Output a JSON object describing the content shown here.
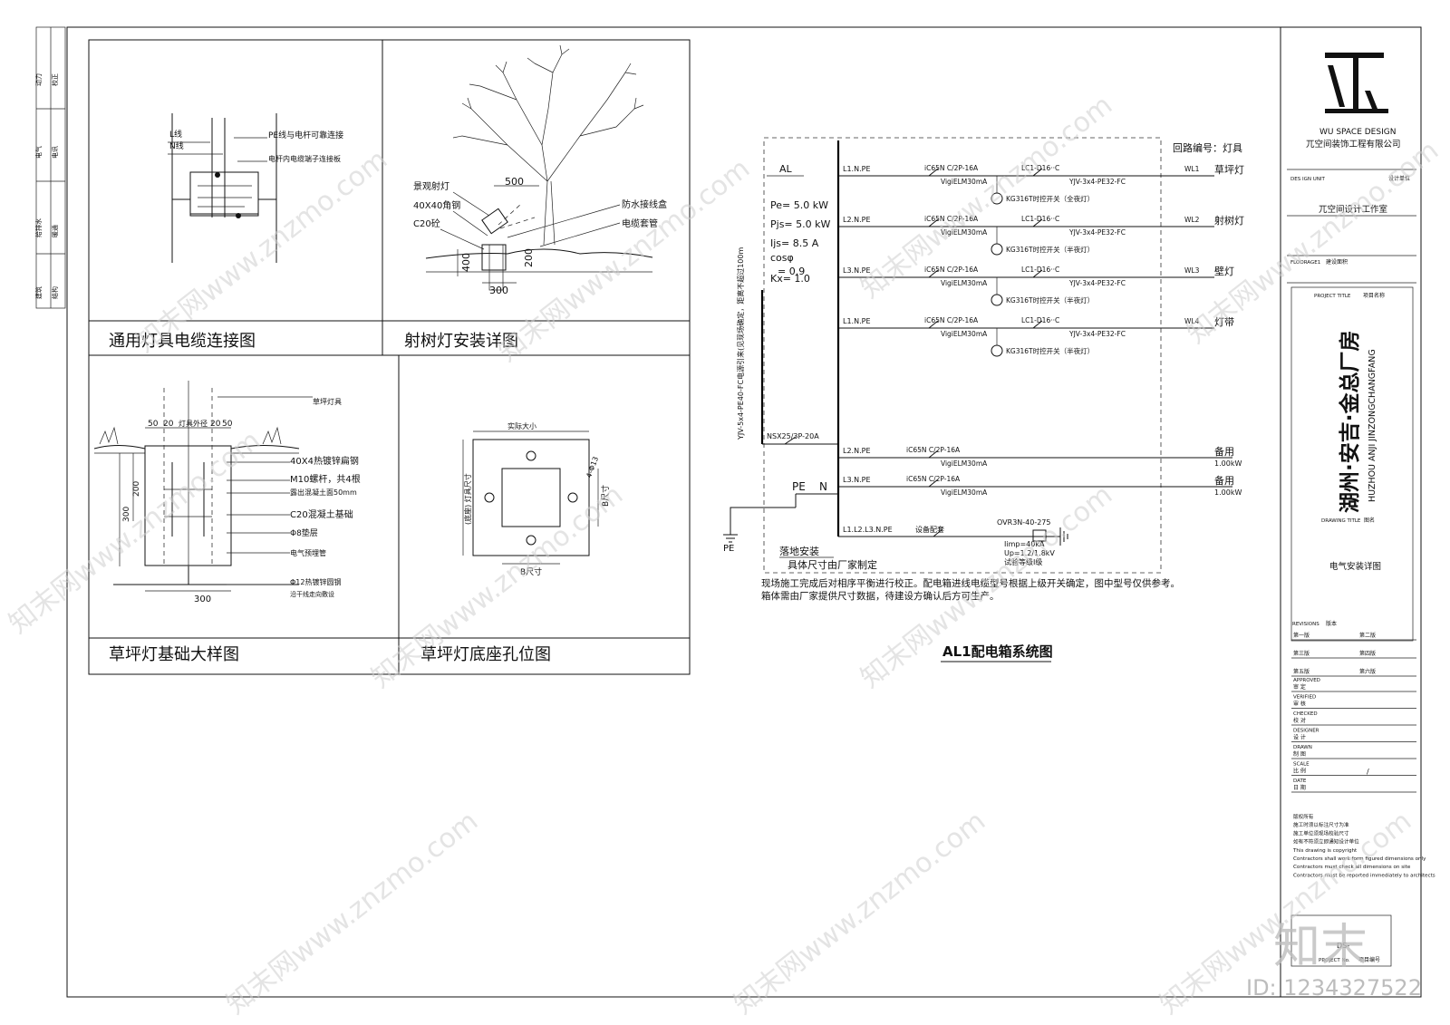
{
  "logo": {
    "company_en": "WU SPACE DESIGN",
    "company_cn": "兀空间装饰工程有限公司"
  },
  "title_block": {
    "design_unit_label_en": "DES IGN UNIT",
    "design_unit_label_cn": "设计单位",
    "design_unit_value": "兀空间设计工作室",
    "floorage_en": "FLOORAGE1",
    "floorage_cn": "建设面积",
    "project_title_en": "PROJECT TITLE",
    "project_title_cn": "项目名称",
    "project_name_cn": "湖州·安吉·金总厂房",
    "project_name_en": "HUZHOU ANJI JINZONGCHANGFANG",
    "drawing_title_en": "DRAWING TITLE",
    "drawing_title_cn": "图名",
    "drawing_title_value": "电气安装详图",
    "revisions_en": "REVISIONS",
    "revisions_cn": "版本",
    "revisions": [
      "第一版",
      "第二版",
      "第三版",
      "第四版",
      "第五版",
      "第六版"
    ],
    "approvals": [
      {
        "en": "APPROVED",
        "cn": "审 定"
      },
      {
        "en": "VERIFIED",
        "cn": "审 核"
      },
      {
        "en": "CHECKED",
        "cn": "校 对"
      },
      {
        "en": "DESIGNER",
        "cn": "设 计"
      },
      {
        "en": "DRAWN",
        "cn": "制 图"
      },
      {
        "en": "SCALE",
        "cn": "比 例"
      },
      {
        "en": "DATE",
        "cn": "日 期"
      }
    ],
    "scale_value": "/",
    "notes": [
      "版权所有",
      "施工时须以标注尺寸为准",
      "施工单位须现场校验尺寸",
      "如有不符须立即通知设计单位",
      "This drawing is copyright",
      "Contractors shall work form figured dimensions only",
      "Contractors must check all dimensions on site",
      "Contractors must be reported immediately to architects"
    ],
    "drawing_no": "DS-",
    "project_no_en": "PROJECT No.",
    "project_no_cn": "项目编号"
  },
  "left_strip": [
    "动力",
    "校正",
    "电气",
    "电讯",
    "给排水",
    "暖通",
    "建筑",
    "结构"
  ],
  "panels": {
    "p1": {
      "title": "通用灯具电缆连接图",
      "labels": [
        "L线",
        "N线",
        "PE线与电杆可靠连接",
        "电杆内电缆端子连接板"
      ]
    },
    "p2": {
      "title": "射树灯安装详图",
      "labels": [
        "景观射灯",
        "40X40角钢",
        "C20砼",
        "防水接线盒",
        "电缆套管"
      ],
      "dims": [
        "500",
        "400",
        "200",
        "300"
      ]
    },
    "p3": {
      "title": "草坪灯基础大样图",
      "labels": [
        "草坪灯具",
        "40X4热镀锌扁钢",
        "M10螺杆，共4根",
        "露出混凝土面50mm",
        "C20混凝土基础",
        "Φ8垫层",
        "电气预埋管",
        "Φ12热镀锌圆钢",
        "沿干线走向敷设"
      ],
      "dims": [
        "50",
        "20",
        "灯具外径",
        "20",
        "50",
        "300",
        "200",
        "300"
      ]
    },
    "p4": {
      "title": "草坪灯底座孔位图",
      "labels": [
        "实际大小",
        "(底座) 灯具尺寸",
        "B尺寸",
        "B尺寸",
        "4-Φ13"
      ]
    }
  },
  "al1": {
    "title": "AL1配电箱系统图",
    "box_name": "AL",
    "params": [
      "Pe= 5.0 kW",
      "Pjs= 5.0 kW",
      "Ijs= 8.5 A",
      "cosφ",
      "= 0.9",
      "Kx= 1.0"
    ],
    "circuit_header": "回路编号：灯具",
    "incoming_cable": "YJV-5x4-PE40-FC电源引来(见现场确定，距离不超过100m",
    "main_switch": "NSX25/3P-20A",
    "circuits": [
      {
        "phase": "L1.N.PE",
        "breaker": "iC65N C/2P-16A",
        "rcd": "VigiELM30mA",
        "contactor": "LC1-D16··C",
        "cable": "YJV-3x4-PE32-FC",
        "timer": "KG316T时控开关（全夜灯）",
        "wl": "WL1",
        "load": "草坪灯"
      },
      {
        "phase": "L2.N.PE",
        "breaker": "iC65N C/2P-16A",
        "rcd": "VigiELM30mA",
        "contactor": "LC1-D16··C",
        "cable": "YJV-3x4-PE32-FC",
        "timer": "KG316T时控开关（半夜灯）",
        "wl": "WL2",
        "load": "射树灯"
      },
      {
        "phase": "L3.N.PE",
        "breaker": "iC65N C/2P-16A",
        "rcd": "VigiELM30mA",
        "contactor": "LC1-D16··C",
        "cable": "YJV-3x4-PE32-FC",
        "timer": "KG316T时控开关（半夜灯）",
        "wl": "WL3",
        "load": "壁灯"
      },
      {
        "phase": "L1.N.PE",
        "breaker": "iC65N C/2P-16A",
        "rcd": "VigiELM30mA",
        "contactor": "LC1-D16··C",
        "cable": "YJV-3x4-PE32-FC",
        "timer": "KG316T时控开关（半夜灯）",
        "wl": "WL4",
        "load": "灯带"
      }
    ],
    "spares": [
      {
        "phase": "L2.N.PE",
        "breaker": "iC65N C/2P-16A",
        "rcd": "VigiELM30mA",
        "load": "备用",
        "power": "1.00kW"
      },
      {
        "phase": "L3.N.PE",
        "breaker": "iC65N C/2P-16A",
        "rcd": "VigiELM30mA",
        "load": "备用",
        "power": "1.00kW"
      }
    ],
    "spd": {
      "phase": "L1.L2.L3.N.PE",
      "label": "设备配套",
      "model": "OVR3N-40-275",
      "imp": "Iimp=40kA",
      "up": "Up=1.2/1.8kV",
      "grade": "试验等级Ⅰ级"
    },
    "pe_label": "PE",
    "n_label": "N",
    "ground_label": "PE",
    "install_note_1": "落地安装",
    "install_note_2": "具体尺寸由厂家制定",
    "remark_1": "现场施工完成后对相序平衡进行校正。配电箱进线电缆型号根据上级开关确定，图中型号仅供参考。",
    "remark_2": "箱体需由厂家提供尺寸数据，待建设方确认后方可生产。"
  },
  "watermark": {
    "text": "知末网www.znzmo.com",
    "logo": "知末",
    "id": "ID: 1234327522"
  }
}
